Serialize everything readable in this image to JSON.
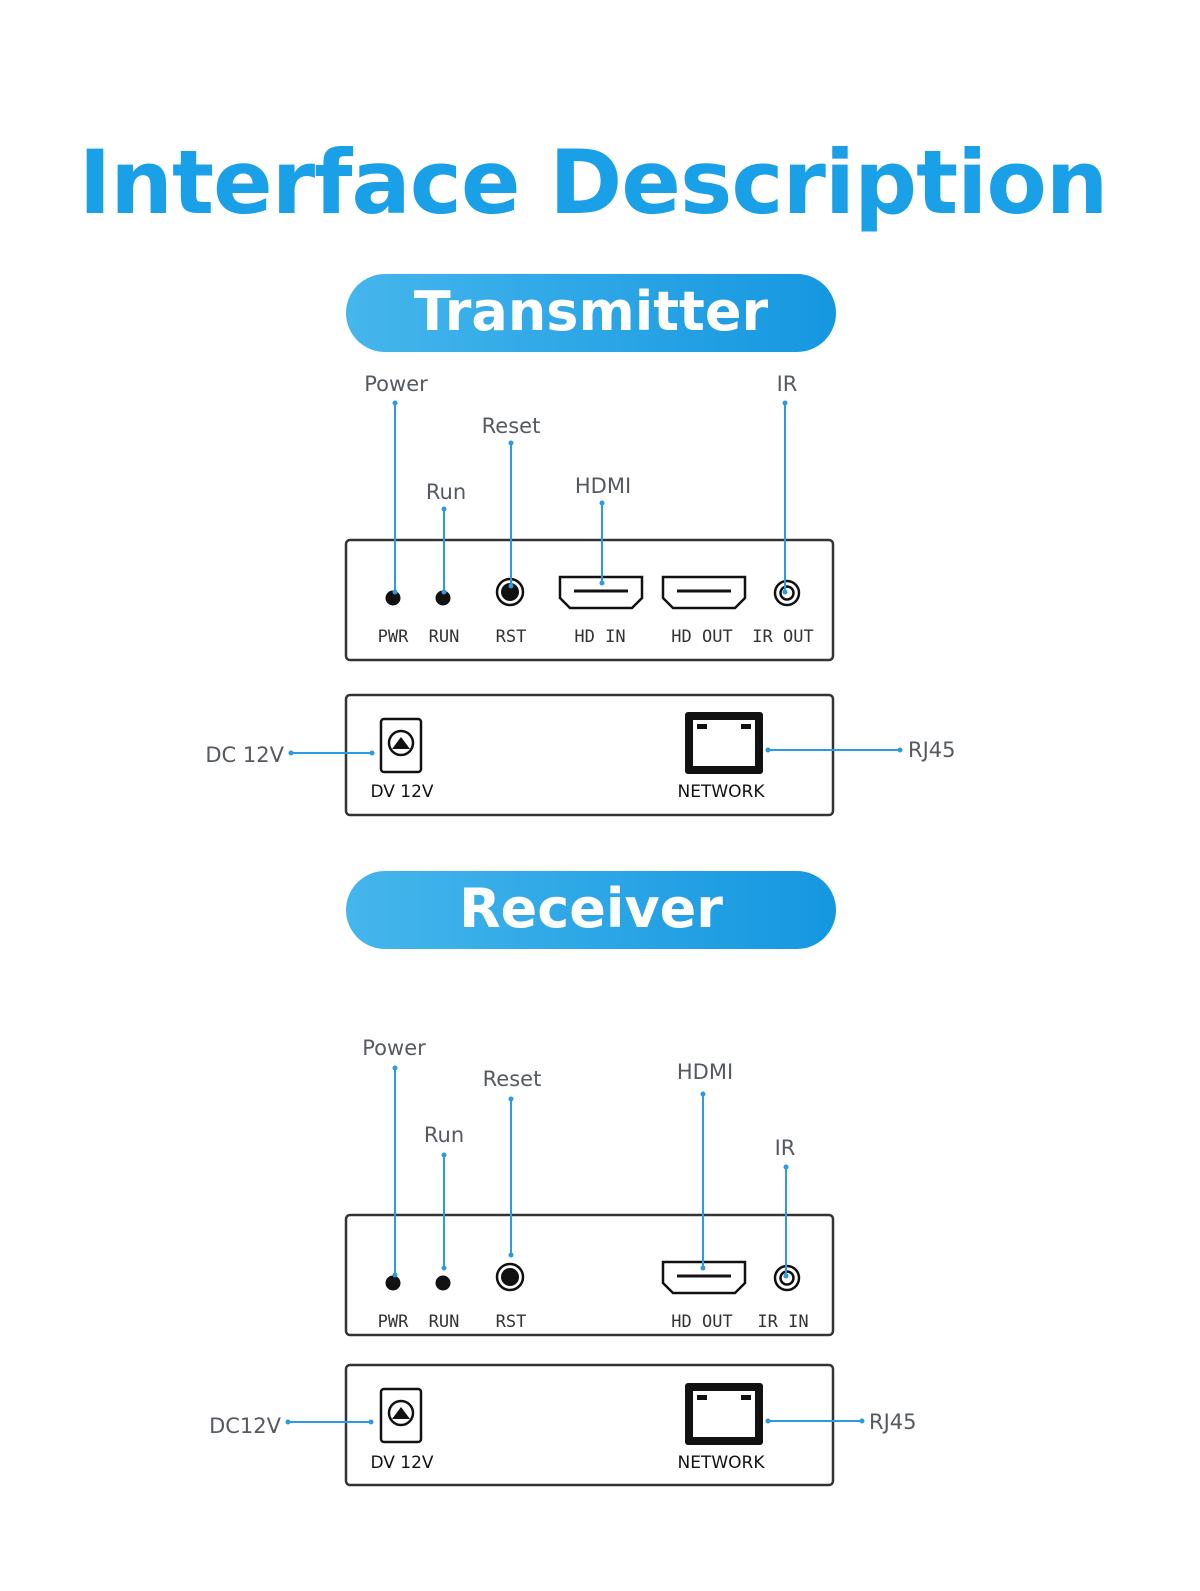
{
  "title": "Interface Description",
  "transmitter": {
    "heading": "Transmitter",
    "callouts": {
      "power": "Power",
      "run": "Run",
      "reset": "Reset",
      "hdmi": "HDMI",
      "ir": "IR",
      "dc": "DC 12V",
      "rj45": "RJ45"
    },
    "panel_labels": {
      "pwr": "PWR",
      "run": "RUN",
      "rst": "RST",
      "hd_in": "HD IN",
      "hd_out": "HD OUT",
      "ir_out": "IR OUT"
    },
    "rear_labels": {
      "dv": "DV 12V",
      "network": "NETWORK"
    }
  },
  "receiver": {
    "heading": "Receiver",
    "callouts": {
      "power": "Power",
      "run": "Run",
      "reset": "Reset",
      "hdmi": "HDMI",
      "ir": "IR",
      "dc": "DC12V",
      "rj45": "RJ45"
    },
    "panel_labels": {
      "pwr": "PWR",
      "run": "RUN",
      "rst": "RST",
      "hd_out": "HD OUT",
      "ir_in": "IR IN"
    },
    "rear_labels": {
      "dv": "DV 12V",
      "network": "NETWORK"
    }
  },
  "colors": {
    "accent": "#1aa0e6",
    "leader": "#2a9be0",
    "outline": "#333333"
  }
}
